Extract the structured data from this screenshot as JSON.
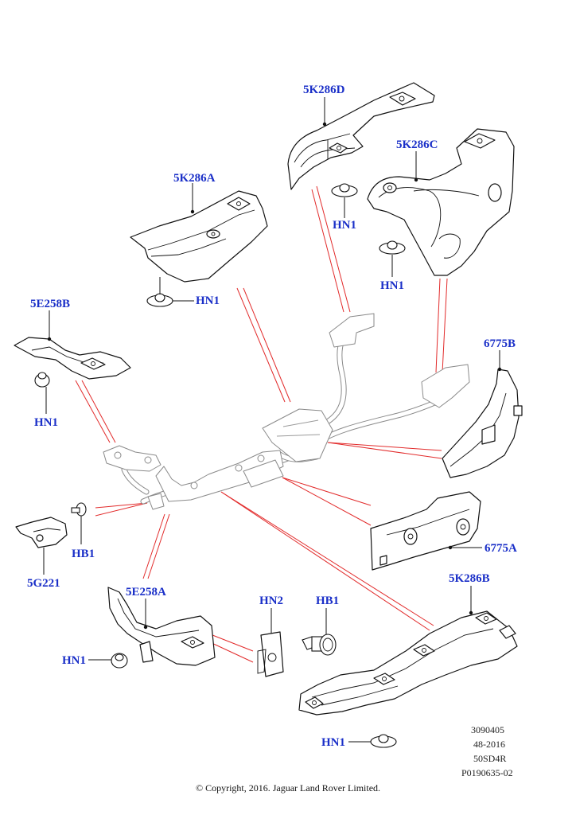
{
  "labels": {
    "k286d": "5K286D",
    "k286c": "5K286C",
    "k286a": "5K286A",
    "e258b": "5E258B",
    "k6775b": "6775B",
    "k6775a": "6775A",
    "g221": "5G221",
    "e258a": "5E258A",
    "hn2": "HN2",
    "k286b": "5K286B",
    "hn1": "HN1",
    "hb1": "HB1"
  },
  "reference": {
    "line1": "3090405",
    "line2": "48-2016",
    "line3": "50SD4R",
    "line4": "P0190635-02"
  },
  "copyright": "© Copyright, 2016. Jaguar Land Rover Limited.",
  "colors": {
    "callout": "#1a2fc8",
    "reference_line": "#e22b2b",
    "line_art": "#111111"
  }
}
